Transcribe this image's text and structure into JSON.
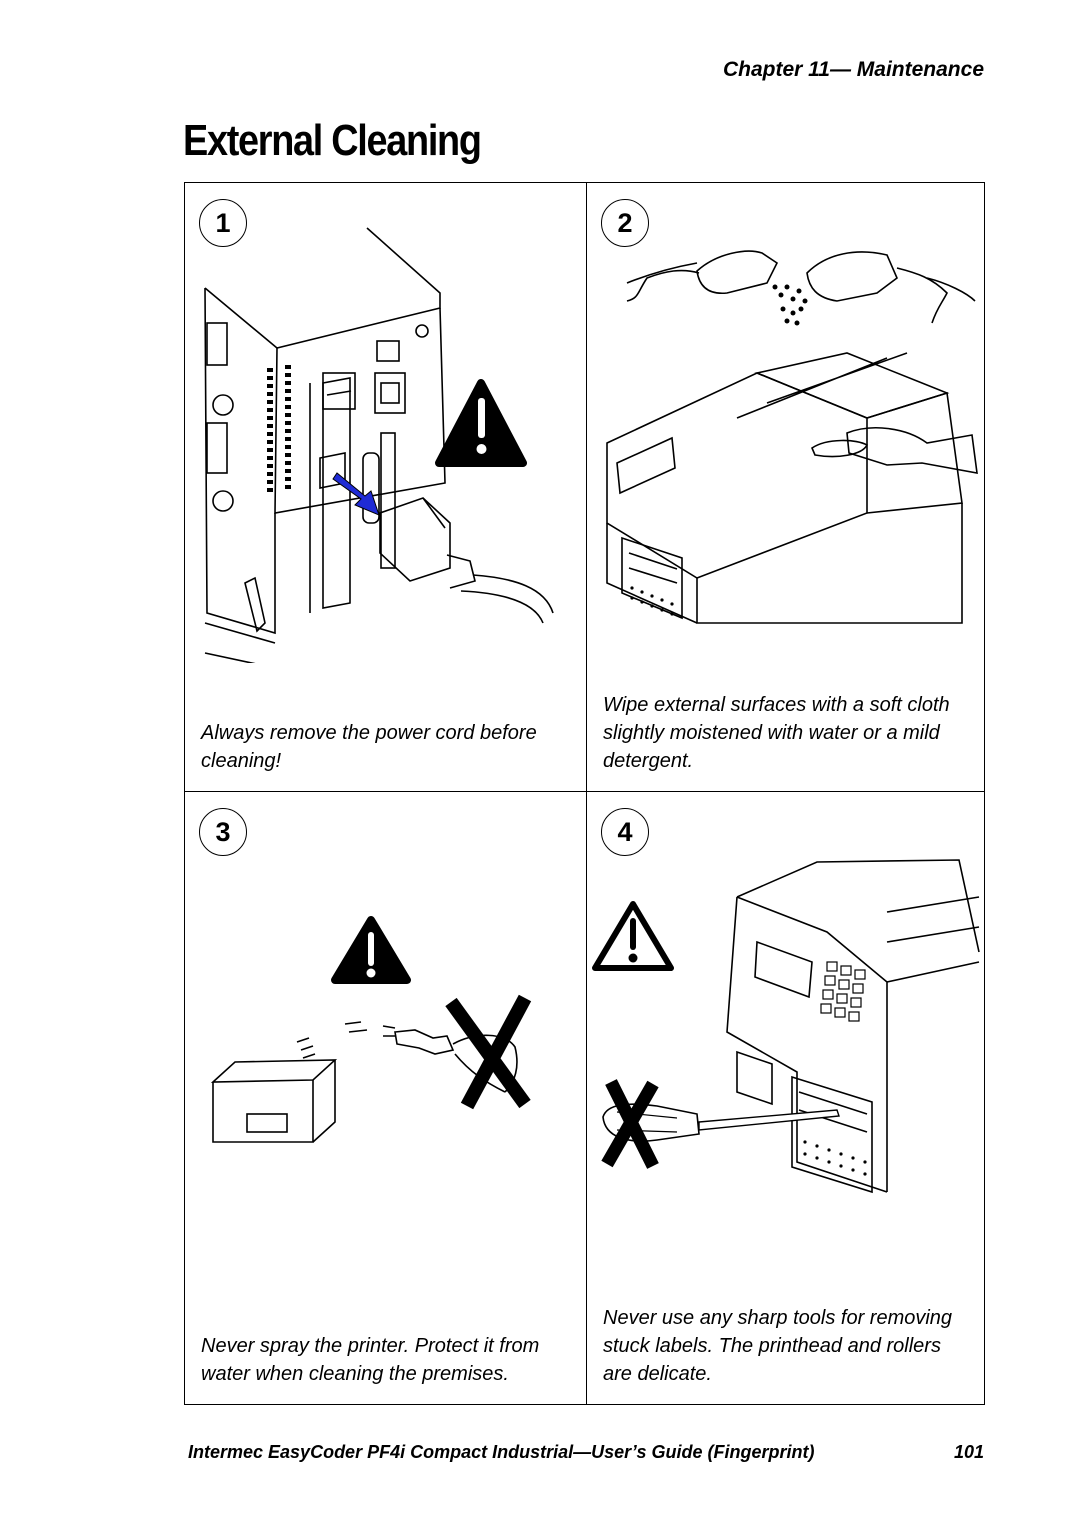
{
  "header": {
    "chapter": "Chapter 11— Maintenance"
  },
  "page_title": "External Cleaning",
  "steps": [
    {
      "number": "1",
      "caption": "Always remove the power cord before cleaning!"
    },
    {
      "number": "2",
      "caption": "Wipe external surfaces with a soft cloth slightly moistened with water or a mild detergent."
    },
    {
      "number": "3",
      "caption": "Never spray the printer. Protect it from water when cleaning the premises."
    },
    {
      "number": "4",
      "caption": "Never use any sharp tools for removing stuck labels. The printhead and rollers are delicate."
    }
  ],
  "footer": {
    "book_title": "Intermec EasyCoder PF4i Compact Industrial—User’s Guide (Fingerprint)",
    "page_number": "101"
  },
  "colors": {
    "arrow": "#1f2bd6",
    "ink": "#000000"
  },
  "icons": [
    "warning-icon",
    "prohibited-x-icon"
  ]
}
